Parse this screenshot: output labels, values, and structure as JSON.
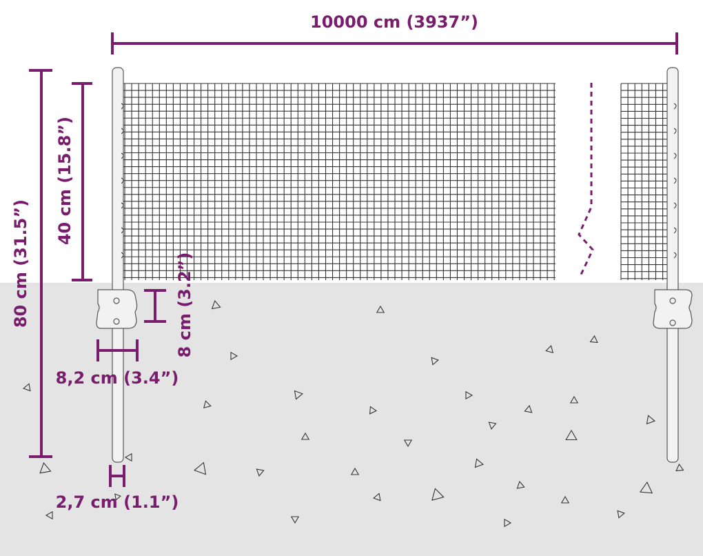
{
  "colors": {
    "dimension": "#7a1c6e",
    "ground": "#e4e4e4",
    "mesh": "#333333",
    "post_fill": "#f2f2f2",
    "post_stroke": "#555555",
    "pebble": "#333333"
  },
  "dimensions": {
    "width_label": "10000 cm (3937”)",
    "total_height_label": "80 cm (31.5”)",
    "mesh_height_label": "40 cm (15.8”)",
    "bracket_height_label": "8 cm (3.2”)",
    "bracket_width_label": "8,2 cm (3.4”)",
    "post_diameter_label": "2,7 cm (1.1”)"
  },
  "icons": {
    "break_line": "break-line-icon",
    "bracket": "bracket-icon",
    "pebble": "pebble-icon"
  }
}
